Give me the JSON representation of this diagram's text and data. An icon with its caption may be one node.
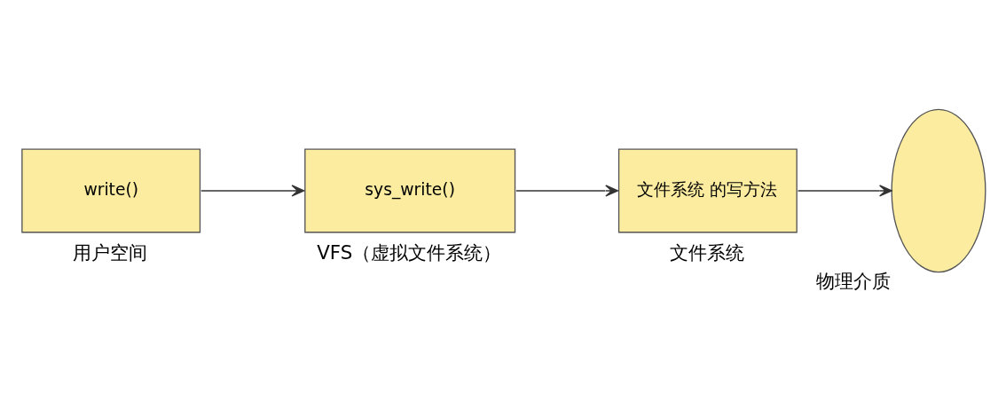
{
  "diagram": {
    "nodes": [
      {
        "text": [
          "write()"
        ],
        "beside": [
          "用户空间"
        ]
      },
      {
        "text": [
          "sys_write()"
        ],
        "beside": [
          "VFS（虚拟文件系统）"
        ]
      },
      {
        "text": [
          "文件系统 的写方法"
        ],
        "beside": [
          "文件系统"
        ]
      },
      {
        "text": [],
        "shape": "ellipse",
        "beside": [
          "物理介质"
        ]
      }
    ],
    "edges": [
      {
        "from": 0,
        "to": 1,
        "arrow": "to"
      },
      {
        "from": 1,
        "to": 2,
        "arrow": "to"
      },
      {
        "from": 2,
        "to": 3,
        "arrow": "to"
      }
    ]
  }
}
